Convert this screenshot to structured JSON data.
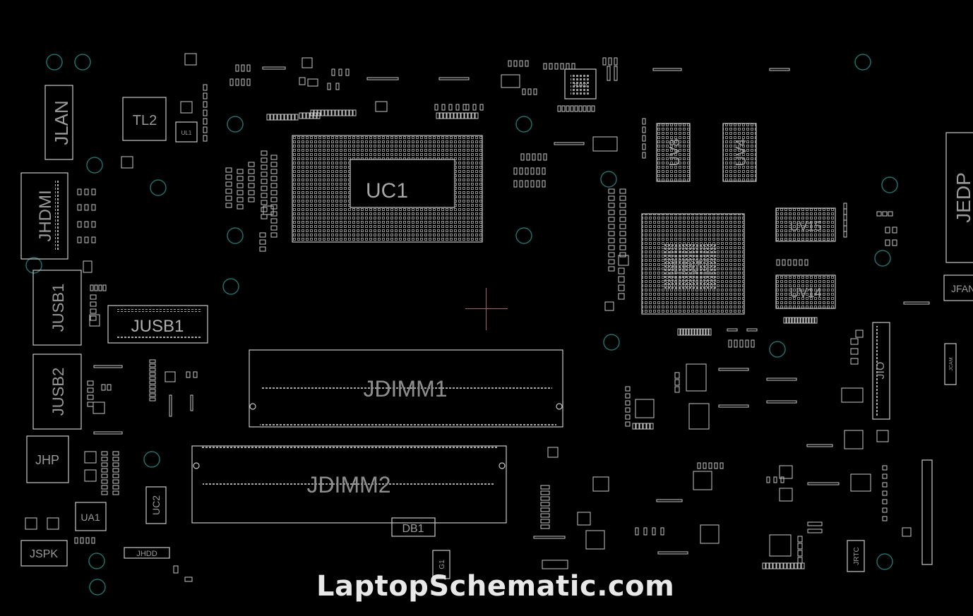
{
  "viewer": {
    "background": "#000000",
    "outline_color": "#c8c8c8",
    "hole_color": "#1f6f6a",
    "label_color": "#9a9a9a",
    "cursor_color": "#a0646a",
    "watermark": "LaptopSchematic.com"
  },
  "components": [
    {
      "id": "JLAN",
      "label": "JLAN"
    },
    {
      "id": "TL2",
      "label": "TL2"
    },
    {
      "id": "UC1",
      "label": "UC1"
    },
    {
      "id": "UV8",
      "label": "UV8"
    },
    {
      "id": "UV4",
      "label": "UV4"
    },
    {
      "id": "JEDP",
      "label": "JEDP"
    },
    {
      "id": "JHDMI",
      "label": "JHDMI"
    },
    {
      "id": "UV1",
      "label": "UV1"
    },
    {
      "id": "UV15",
      "label": "UV15"
    },
    {
      "id": "UV14",
      "label": "UV14"
    },
    {
      "id": "JFAN",
      "label": "JFAN"
    },
    {
      "id": "JUSB1",
      "label": "JUSB1"
    },
    {
      "id": "JNGFF",
      "label": "JNGFF"
    },
    {
      "id": "JIO",
      "label": "JIO"
    },
    {
      "id": "JUSB2",
      "label": "JUSB2"
    },
    {
      "id": "JDIMM1",
      "label": "JDIMM1"
    },
    {
      "id": "JHP",
      "label": "JHP"
    },
    {
      "id": "JDIMM2",
      "label": "JDIMM2"
    },
    {
      "id": "UC2",
      "label": "UC2"
    },
    {
      "id": "UA1",
      "label": "UA1"
    },
    {
      "id": "DB1",
      "label": "DB1"
    },
    {
      "id": "JSPK",
      "label": "JSPK"
    },
    {
      "id": "JHDD",
      "label": "JHDD"
    },
    {
      "id": "JRTC",
      "label": "JRTC"
    },
    {
      "id": "UL1",
      "label": "UL1"
    },
    {
      "id": "PU402",
      "label": "PU402"
    },
    {
      "id": "JCAM",
      "label": "JCAM"
    },
    {
      "id": "G1",
      "label": "G1"
    }
  ]
}
